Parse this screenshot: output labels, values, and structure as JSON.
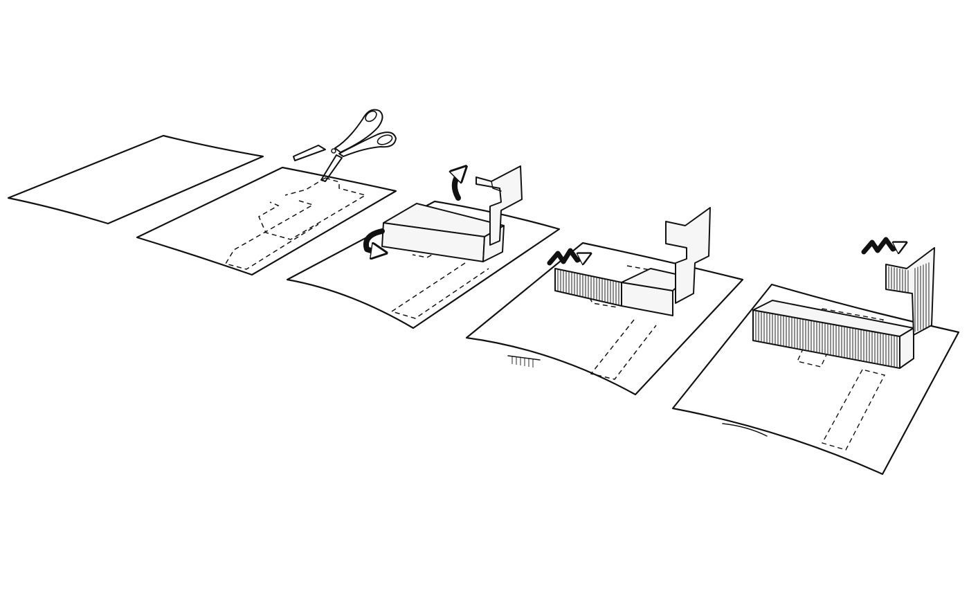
{
  "colors": {
    "background": "#ffffff",
    "paper": "#efefef",
    "ink": "#111111",
    "raised_paper": "#f6f6f6"
  },
  "steps": [
    {
      "name": "blank-sheet",
      "icons": []
    },
    {
      "name": "cut-sheet",
      "icons": [
        "scissors-icon"
      ]
    },
    {
      "name": "fold-up-sheet",
      "icons": [
        "curved-arrow-icon",
        "curved-arrow-icon"
      ]
    },
    {
      "name": "pleat-wall-sheet",
      "icons": [
        "zigzag-fold-arrow-icon"
      ]
    },
    {
      "name": "finished-pleated-sheet",
      "icons": [
        "zigzag-fold-arrow-icon"
      ]
    }
  ]
}
